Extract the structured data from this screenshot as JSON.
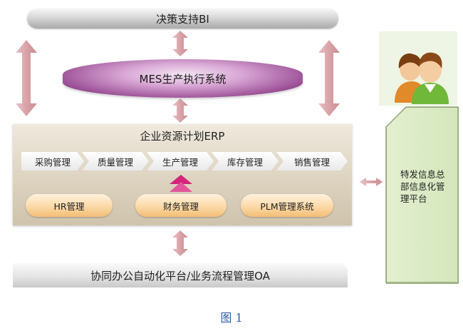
{
  "top_bar": {
    "label": "决策支持BI"
  },
  "mes": {
    "label": "MES生产执行系统"
  },
  "erp": {
    "title": "企业资源计划ERP",
    "modules": [
      "采购管理",
      "质量管理",
      "生产管理",
      "库存管理",
      "销售管理"
    ],
    "sub_systems": [
      "HR管理",
      "财务管理",
      "PLM管理系统"
    ]
  },
  "bottom_bar": {
    "label": "协同办公自动化平台/业务流程管理OA"
  },
  "group_platform": {
    "label": "特发信息总部信息化管理平台"
  },
  "people_icon": "people-group-icon",
  "caption": "图 1",
  "colors": {
    "arrow_pink": "#d9a3a8",
    "erp_panel": "#ddd3c0",
    "mes_purple": "#9a4e95",
    "pill_orange": "#f6c987",
    "platform_green": "#d4e6bb",
    "up_arrow_magenta": "#d4257a",
    "caption_blue": "#2f5fa8"
  }
}
